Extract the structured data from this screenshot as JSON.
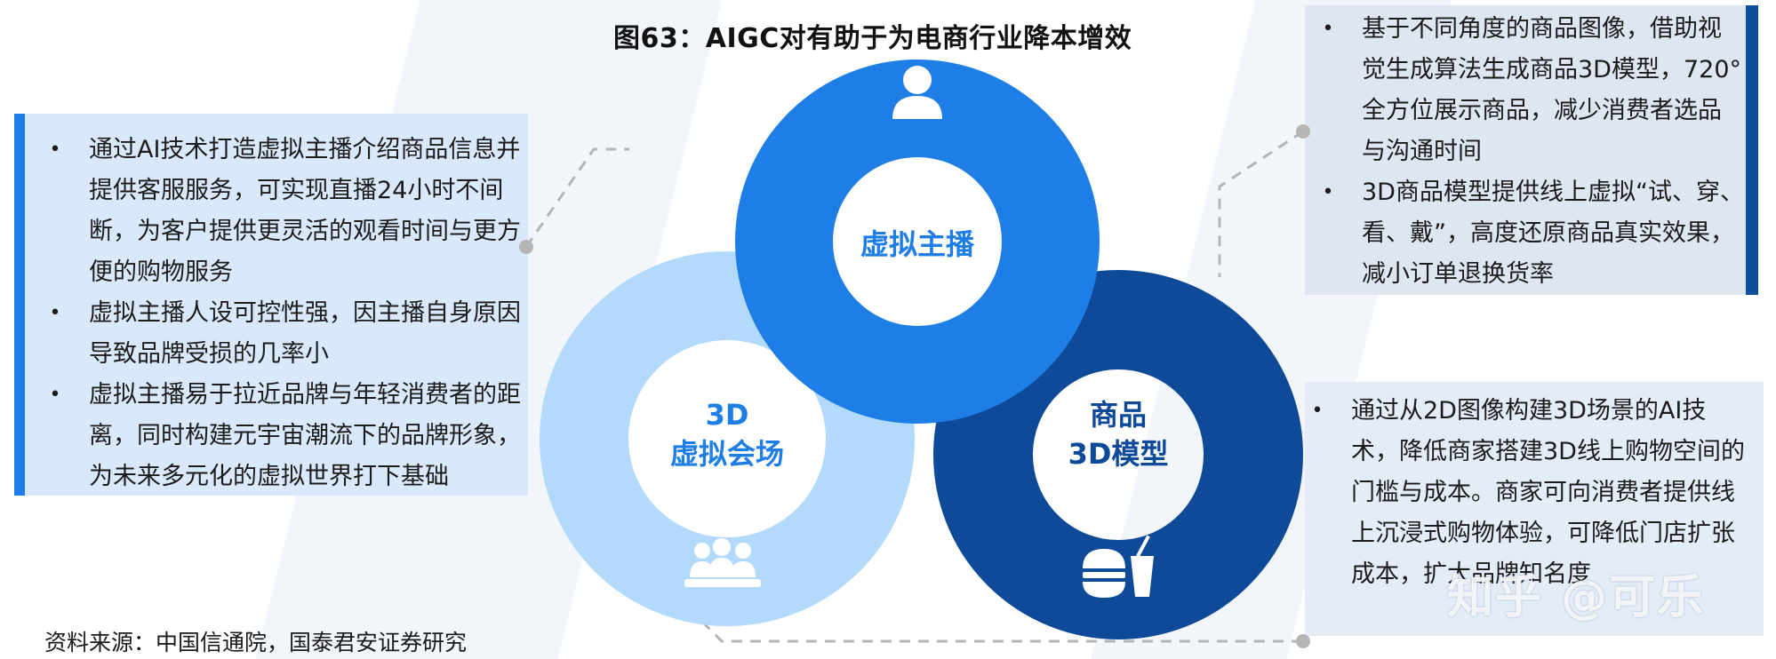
{
  "title": "图63：AIGC对有助于为电商行业降本增效",
  "source": "资料来源：中国信通院，国泰君安证券研究",
  "watermark": "知乎 @可乐",
  "colors": {
    "ring_top": "#1e7ee6",
    "ring_left": "#b3d9fb",
    "ring_right": "#0e4a98",
    "label_top": "#1e7ee6",
    "label_left": "#1e7ee6",
    "label_right": "#0e4a98"
  },
  "rings": {
    "top": {
      "label": "虚拟主播",
      "icon": "person-icon"
    },
    "left": {
      "label_line1": "3D",
      "label_line2": "虚拟会场",
      "icon": "audience-icon"
    },
    "right": {
      "label_line1": "商品",
      "label_line2": "3D模型",
      "icon": "food-drink-icon"
    }
  },
  "left_panel": {
    "bullets": [
      "通过AI技术打造虚拟主播介绍商品信息并提供客服服务，可实现直播24小时不间断，为客户提供更灵活的观看时间与更方便的购物服务",
      "虚拟主播人设可控性强，因主播自身原因导致品牌受损的几率小",
      "虚拟主播易于拉近品牌与年轻消费者的距离，同时构建元宇宙潮流下的品牌形象，为未来多元化的虚拟世界打下基础"
    ]
  },
  "top_right_panel": {
    "bullets": [
      "基于不同角度的商品图像，借助视觉生成算法生成商品3D模型，720° 全方位展示商品，减少消费者选品与沟通时间",
      "3D商品模型提供线上虚拟“试、穿、看、戴”，高度还原商品真实效果，减小订单退换货率"
    ]
  },
  "bottom_right_panel": {
    "bullets": [
      "通过从2D图像构建3D场景的AI技术，降低商家搭建3D线上购物空间的门槛与成本。商家可向消费者提供线上沉浸式购物体验，可降低门店扩张成本，扩大品牌知名度"
    ]
  }
}
